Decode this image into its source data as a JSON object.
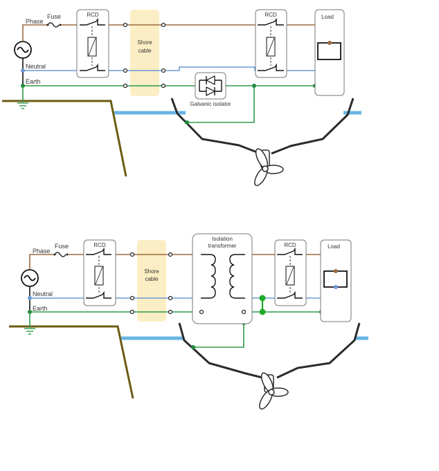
{
  "diagrams": [
    {
      "name": "galvanic-isolator-setup",
      "labels": {
        "phase": "Phase",
        "fuse": "Fuse",
        "neutral": "Neutral",
        "earth": "Earth",
        "rcd_shore": "RCD",
        "shore_cable_1": "Shore",
        "shore_cable_2": "cable",
        "rcd_boat": "RCD",
        "load": "Load",
        "galvanic_isolator": "Galvanic isolator"
      }
    },
    {
      "name": "isolation-transformer-setup",
      "labels": {
        "phase": "Phase",
        "fuse": "Fuse",
        "neutral": "Neutral",
        "earth": "Earth",
        "rcd_shore": "RCD",
        "shore_cable_1": "Shore",
        "shore_cable_2": "cable",
        "transformer_1": "Isolation",
        "transformer_2": "transformer",
        "rcd_boat": "RCD",
        "load": "Load"
      }
    }
  ],
  "colors": {
    "phase": "#9b6a3f",
    "neutral": "#6a9ad6",
    "earth": "#2e9a4a",
    "shore_cable": "#fbeec4",
    "water": "#6ab4e4",
    "ground": "#6b5a12"
  }
}
